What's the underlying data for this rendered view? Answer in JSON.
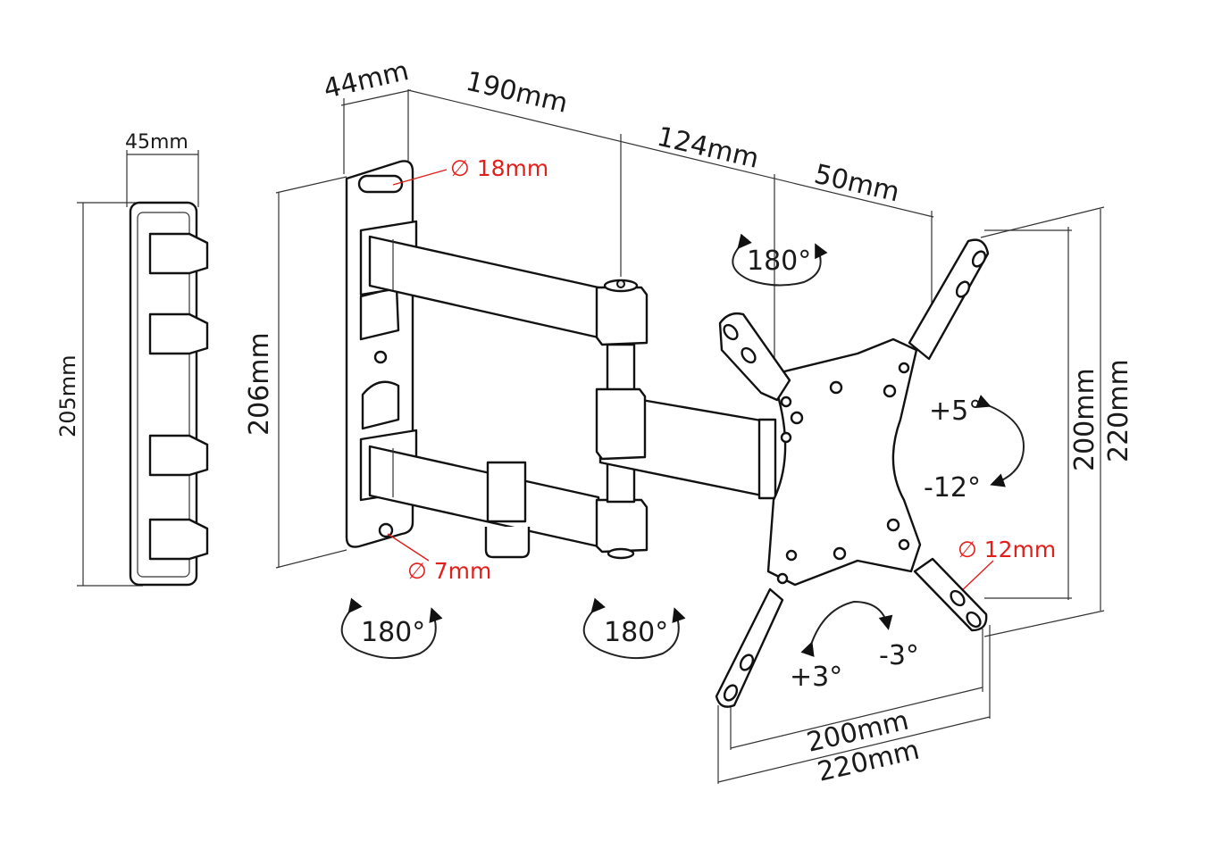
{
  "dimensions": {
    "side_depth": "45mm",
    "side_height": "205mm",
    "plate_depth": "44mm",
    "plate_height": "206mm",
    "arm1": "190mm",
    "arm2": "124mm",
    "arm3": "50mm",
    "vesa_v_inner": "200mm",
    "vesa_v_outer": "220mm",
    "vesa_h_inner": "200mm",
    "vesa_h_outer": "220mm"
  },
  "holes": {
    "slot": "∅ 18mm",
    "wall_hole": "∅ 7mm",
    "vesa_hole": "∅ 12mm"
  },
  "rotations": {
    "top_swivel": "180°",
    "wall_swivel": "180°",
    "elbow_swivel": "180°",
    "tilt_up": "+5°",
    "tilt_down": "-12°",
    "level_plus": "+3°",
    "level_minus": "-3°"
  },
  "colors": {
    "line": "#111111",
    "callout": "#e0201c"
  }
}
